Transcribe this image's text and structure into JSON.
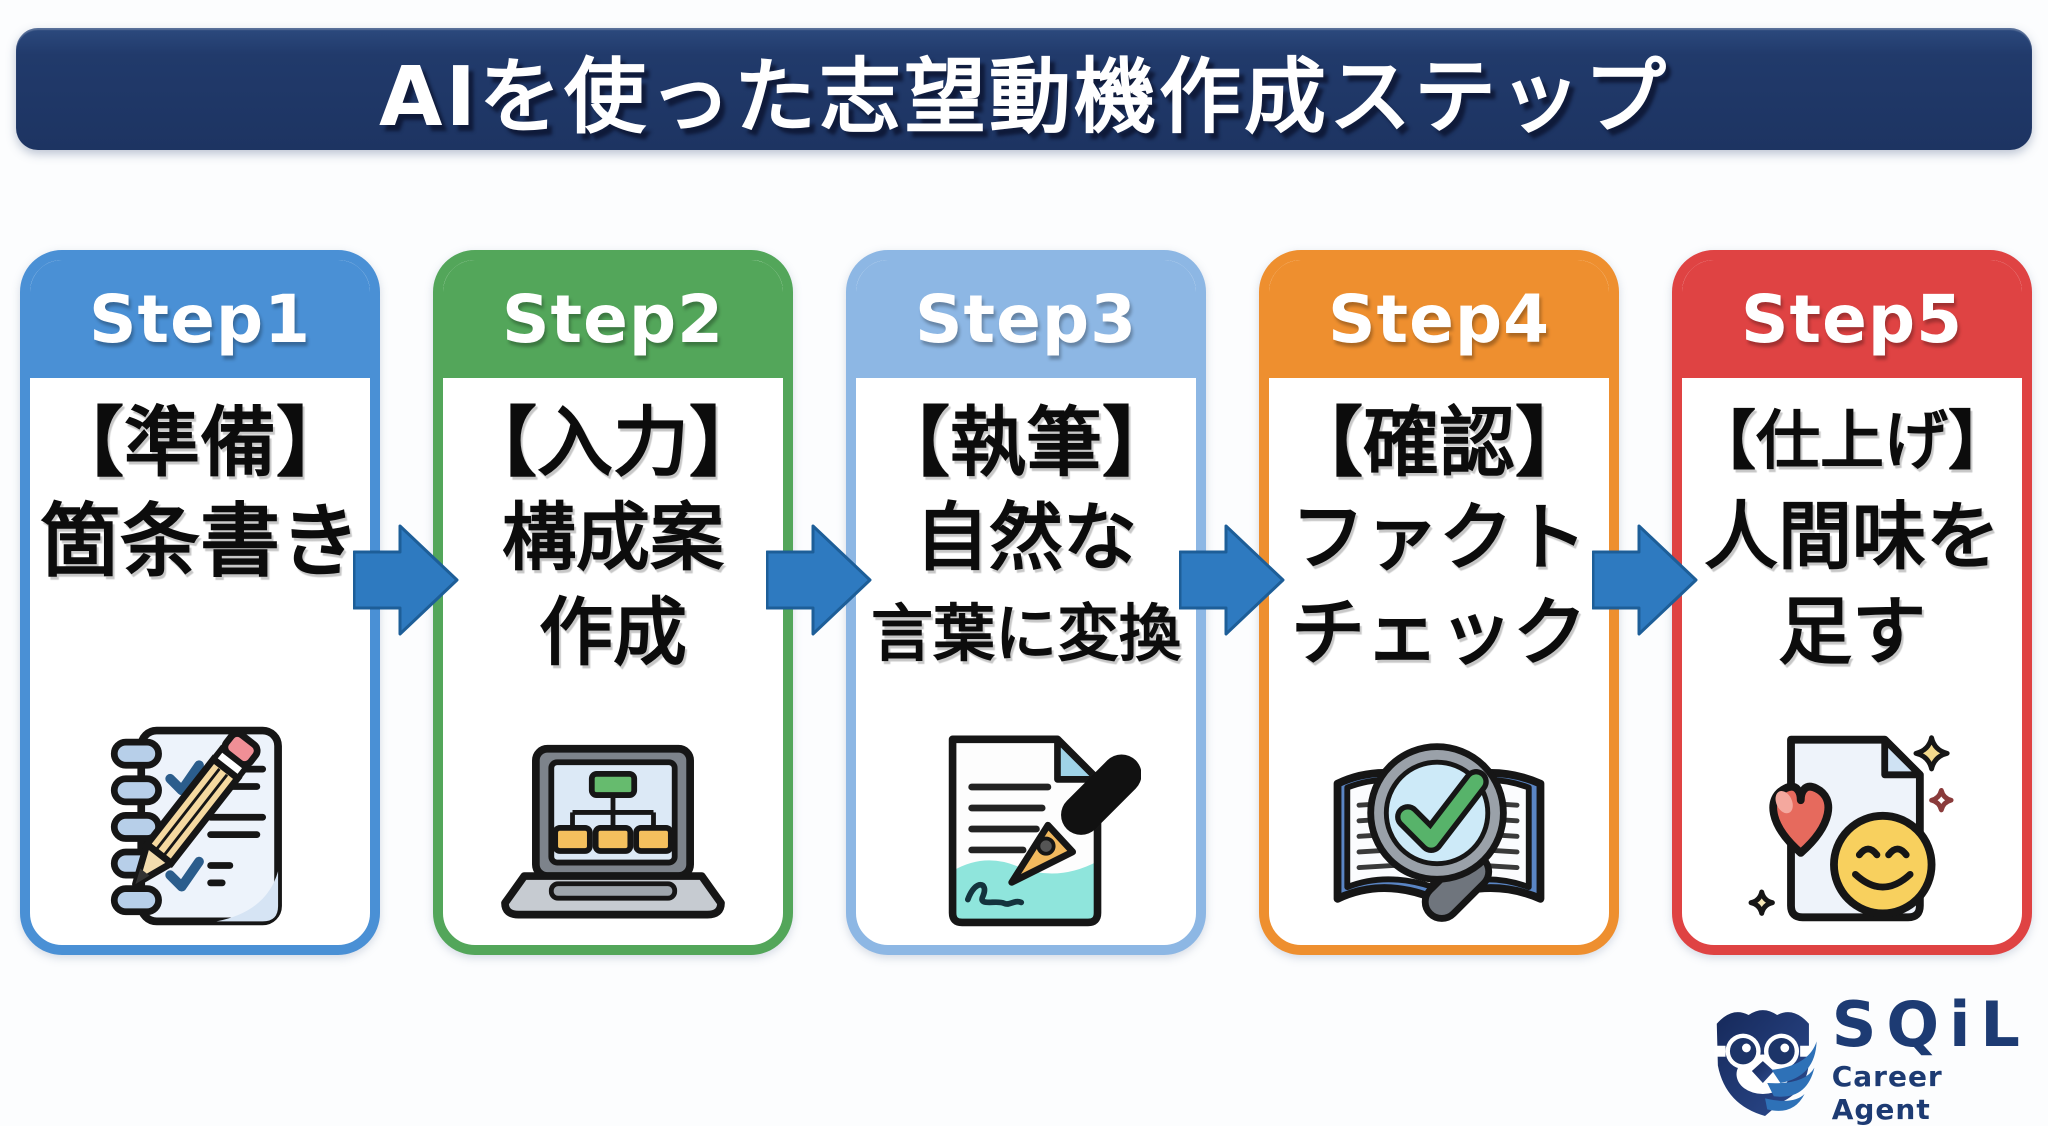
{
  "title": "AIを使った志望動機作成ステップ",
  "title_bg": "#213a6b",
  "steps": [
    {
      "label": "Step1",
      "heading": "【準備】",
      "lines": [
        "箇条書き"
      ],
      "color": "#4a90d5",
      "icon": "notebook-checklist-pencil"
    },
    {
      "label": "Step2",
      "heading": "【入力】",
      "lines": [
        "構成案",
        "作成"
      ],
      "color": "#53a65a",
      "icon": "laptop-flowchart"
    },
    {
      "label": "Step3",
      "heading": "【執筆】",
      "lines": [
        "自然な",
        "言葉に変換"
      ],
      "color": "#8db7e4",
      "icon": "document-fountain-pen"
    },
    {
      "label": "Step4",
      "heading": "【確認】",
      "lines": [
        "ファクト",
        "チェック"
      ],
      "color": "#ee8f2f",
      "icon": "book-magnifier-check"
    },
    {
      "label": "Step5",
      "heading": "【仕上げ】",
      "lines": [
        "人間味を",
        "足す"
      ],
      "color": "#df4343",
      "icon": "document-heart-smiley"
    }
  ],
  "arrows": {
    "count": 4,
    "direction": "right",
    "fill": "#2e7ac0",
    "stroke": "#1d5e98"
  },
  "logo": {
    "brand": "SQiL",
    "tagline": "Career Agent",
    "text_color": "#1d3b73",
    "owl_navy": "#1d3468",
    "owl_accent": "#2e71b7"
  }
}
